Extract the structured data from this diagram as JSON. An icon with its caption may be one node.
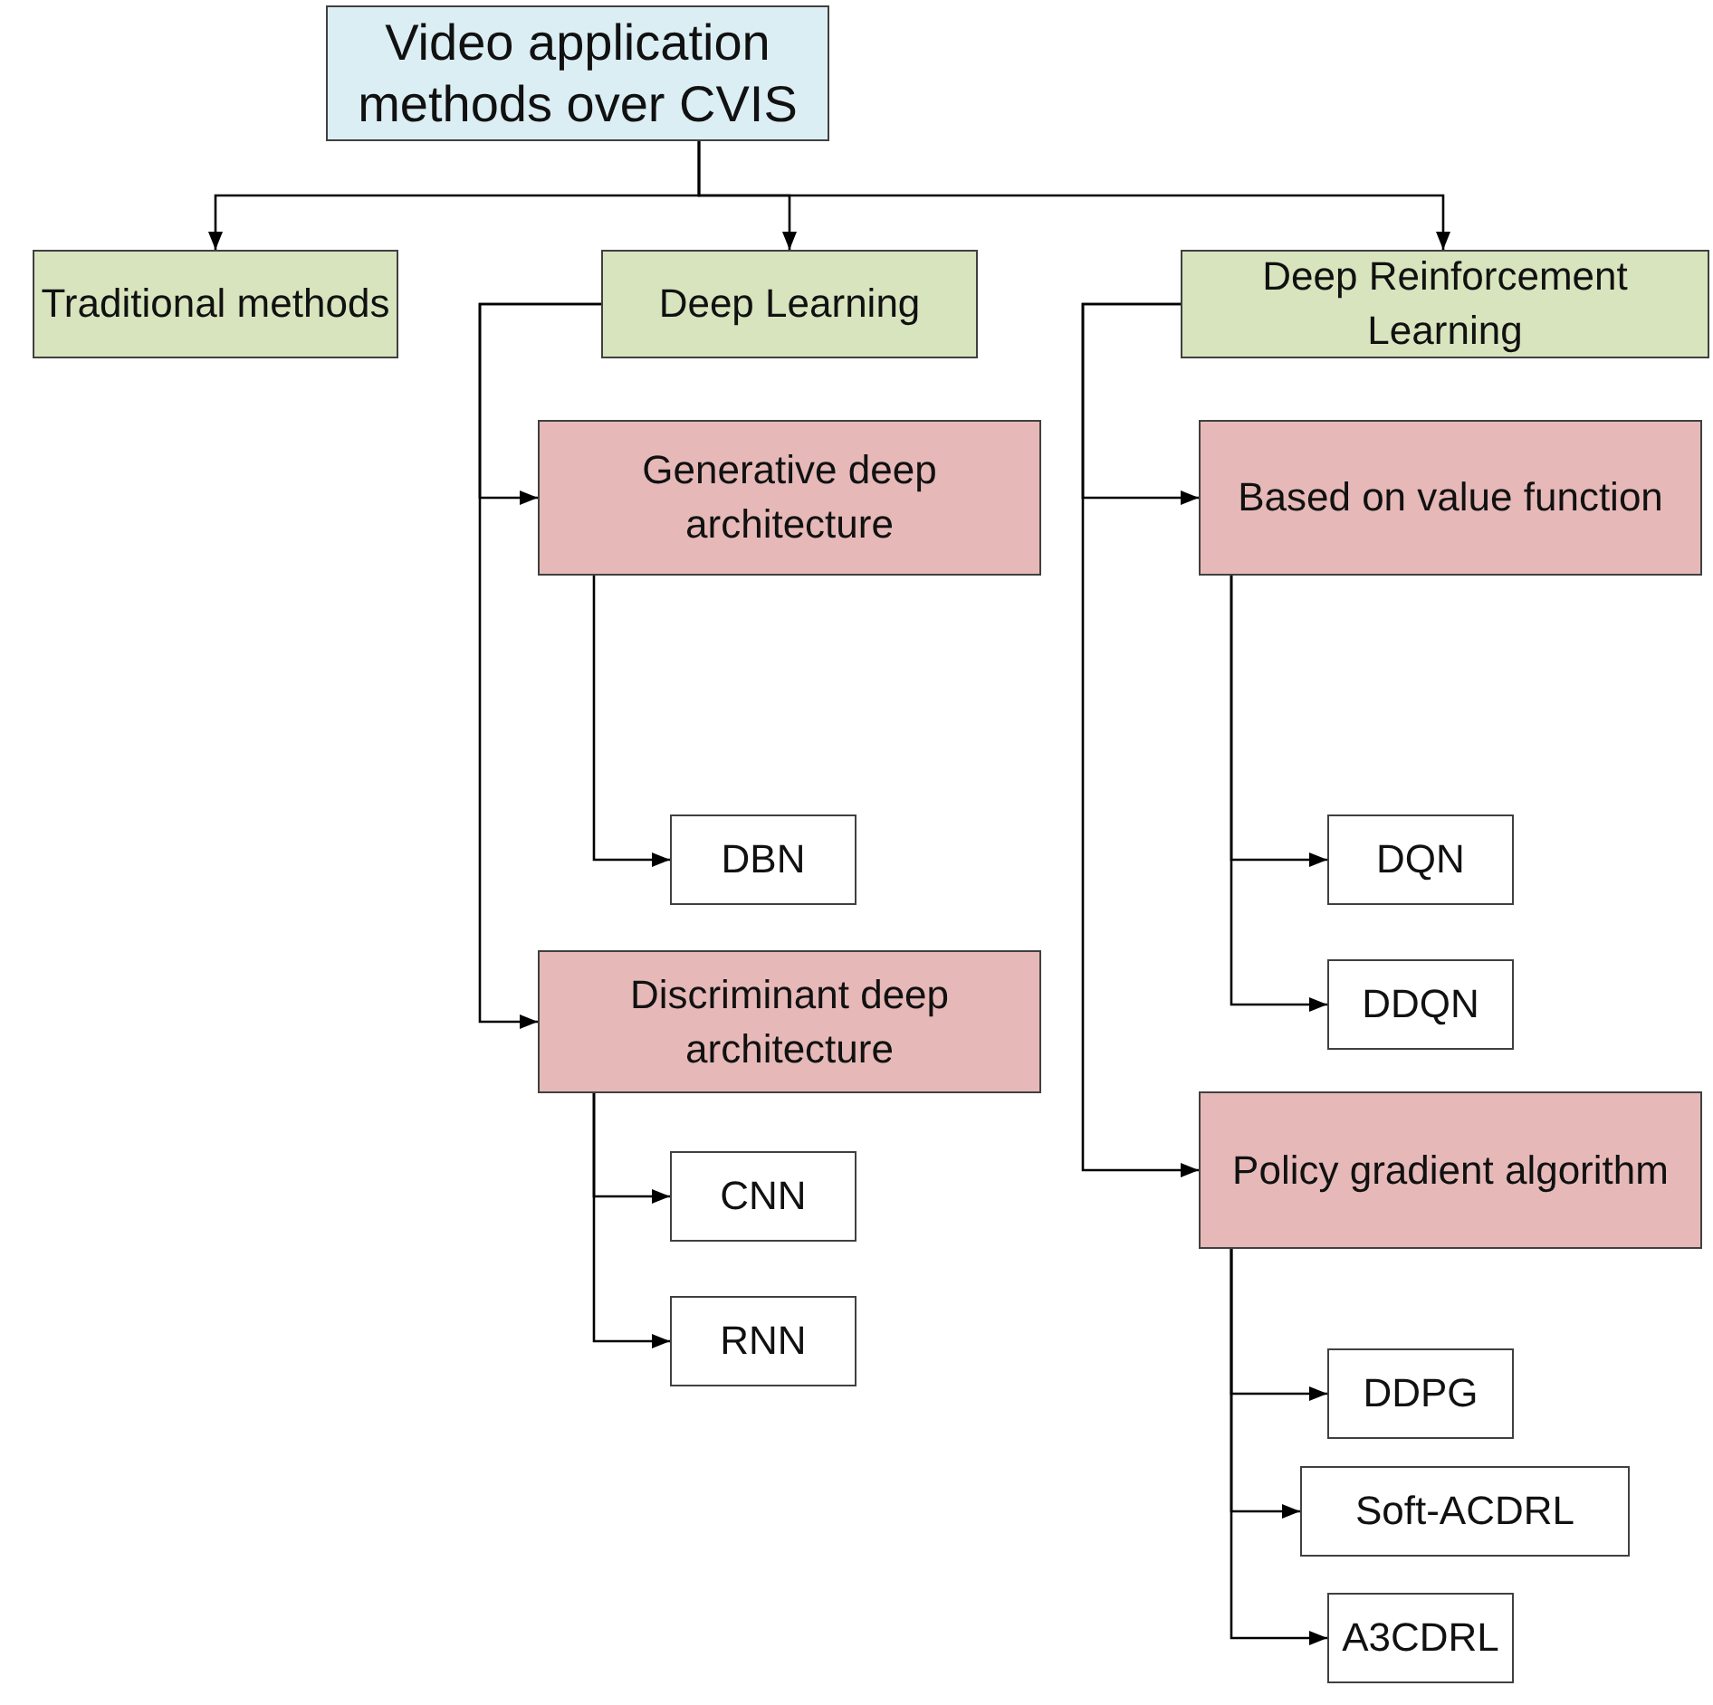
{
  "diagram": {
    "nodes": [
      {
        "text": [
          "Video application methods over CVIS"
        ]
      },
      {
        "text": [
          "Traditional methods"
        ]
      },
      {
        "text": [
          "Deep Learning"
        ]
      },
      {
        "text": [
          "Deep Reinforcement Learning"
        ]
      },
      {
        "text": [
          "Generative deep architecture"
        ]
      },
      {
        "text": [
          "DBN"
        ]
      },
      {
        "text": [
          "Discriminant deep architecture"
        ]
      },
      {
        "text": [
          "CNN"
        ]
      },
      {
        "text": [
          "RNN"
        ]
      },
      {
        "text": [
          "Based on value function"
        ]
      },
      {
        "text": [
          "DQN"
        ]
      },
      {
        "text": [
          "DDQN"
        ]
      },
      {
        "text": [
          "Policy gradient algorithm"
        ]
      },
      {
        "text": [
          "DDPG"
        ]
      },
      {
        "text": [
          "Soft-ACDRL"
        ]
      },
      {
        "text": [
          "A3CDRL"
        ]
      }
    ],
    "edges": [
      {
        "from": 0,
        "to": 1,
        "arrow": "to"
      },
      {
        "from": 0,
        "to": 2,
        "arrow": "to"
      },
      {
        "from": 0,
        "to": 3,
        "arrow": "to"
      },
      {
        "from": 2,
        "to": 4,
        "arrow": "to"
      },
      {
        "from": 2,
        "to": 6,
        "arrow": "to"
      },
      {
        "from": 4,
        "to": 5,
        "arrow": "to"
      },
      {
        "from": 6,
        "to": 7,
        "arrow": "to"
      },
      {
        "from": 6,
        "to": 8,
        "arrow": "to"
      },
      {
        "from": 3,
        "to": 9,
        "arrow": "to"
      },
      {
        "from": 3,
        "to": 12,
        "arrow": "to"
      },
      {
        "from": 9,
        "to": 10,
        "arrow": "to"
      },
      {
        "from": 9,
        "to": 11,
        "arrow": "to"
      },
      {
        "from": 12,
        "to": 13,
        "arrow": "to"
      },
      {
        "from": 12,
        "to": 14,
        "arrow": "to"
      },
      {
        "from": 12,
        "to": 15,
        "arrow": "to"
      }
    ]
  }
}
